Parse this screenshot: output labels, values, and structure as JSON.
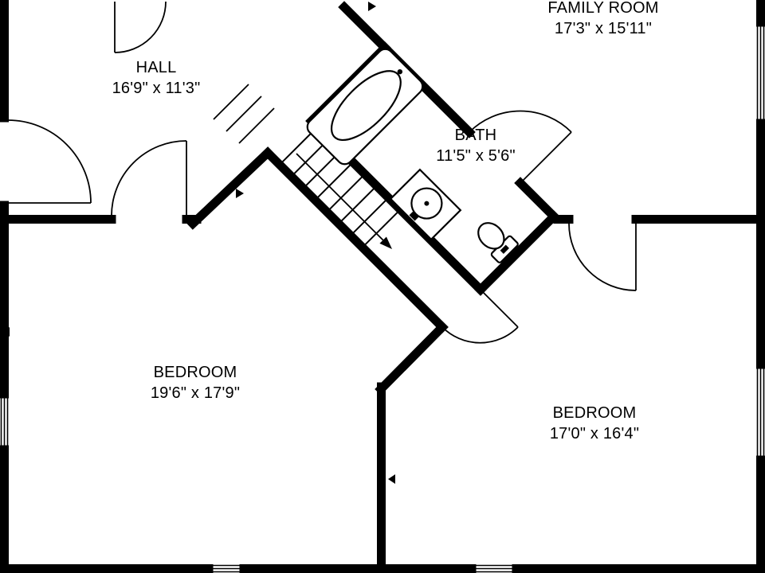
{
  "floorplan": {
    "background_color": "#ffffff",
    "line_color": "#000000",
    "rooms": [
      {
        "id": "hall",
        "name": "HALL",
        "dimensions": "16'9\" x 11'3\""
      },
      {
        "id": "family_room",
        "name": "FAMILY ROOM",
        "dimensions": "17'3\" x 15'11\""
      },
      {
        "id": "bath",
        "name": "BATH",
        "dimensions": "11'5\" x 5'6\""
      },
      {
        "id": "bedroom_left",
        "name": "BEDROOM",
        "dimensions": "19'6\" x 17'9\""
      },
      {
        "id": "bedroom_right",
        "name": "BEDROOM",
        "dimensions": "17'0\" x 16'4\""
      }
    ],
    "fixtures": [
      "bathtub",
      "sink",
      "toilet",
      "staircase"
    ],
    "features": [
      "doors",
      "windows",
      "direction-markers"
    ]
  }
}
